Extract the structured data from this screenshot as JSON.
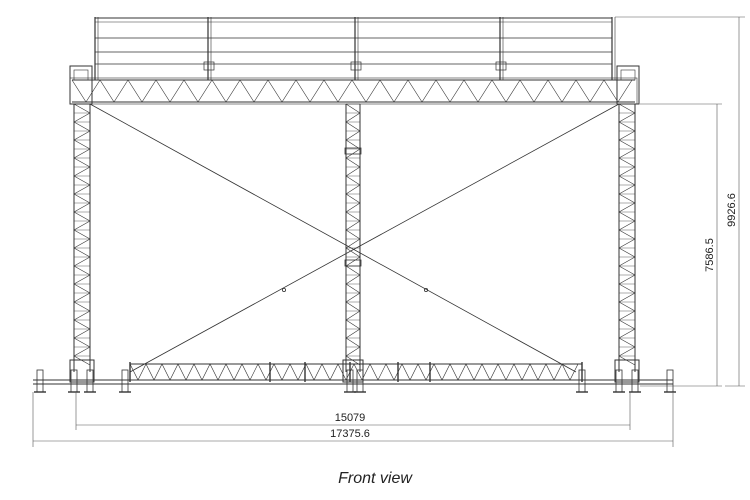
{
  "caption": "Front view",
  "dimensions": {
    "inner_width": "15079",
    "outer_width": "17375.6",
    "truss_height": "7586.5",
    "total_height": "9926.6"
  }
}
